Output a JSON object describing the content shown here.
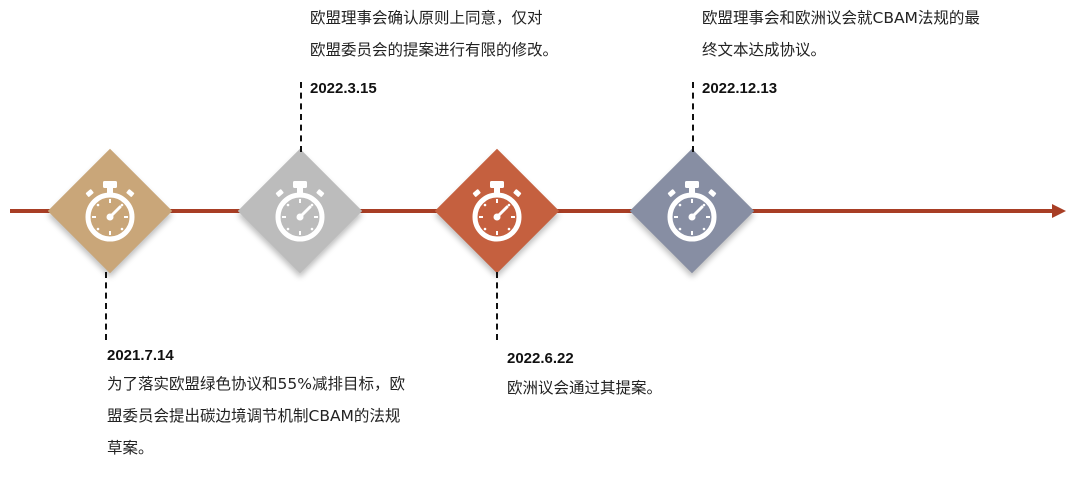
{
  "timeline": {
    "axis_color": "#a83e25",
    "events": [
      {
        "date": "2021.7.14",
        "description_lines": [
          "为了落实欧盟绿色协议和55%减排目标，欧",
          "盟委员会提出碳边境调节机制CBAM的法规",
          "草案。"
        ],
        "color": "#c9a679",
        "icon": "stopwatch-icon",
        "position": "below"
      },
      {
        "date": "2022.3.15",
        "description_lines": [
          "欧盟理事会确认原则上同意，仅对",
          "欧盟委员会的提案进行有限的修改。"
        ],
        "color": "#bcbcbc",
        "icon": "stopwatch-icon",
        "position": "above"
      },
      {
        "date": "2022.6.22",
        "description_lines": [
          "欧洲议会通过其提案。"
        ],
        "color": "#c5603f",
        "icon": "stopwatch-icon",
        "position": "below"
      },
      {
        "date": "2022.12.13",
        "description_lines": [
          "欧盟理事会和欧洲议会就CBAM法规的最",
          "终文本达成协议。"
        ],
        "color": "#878ea3",
        "icon": "stopwatch-icon",
        "position": "above"
      }
    ]
  }
}
